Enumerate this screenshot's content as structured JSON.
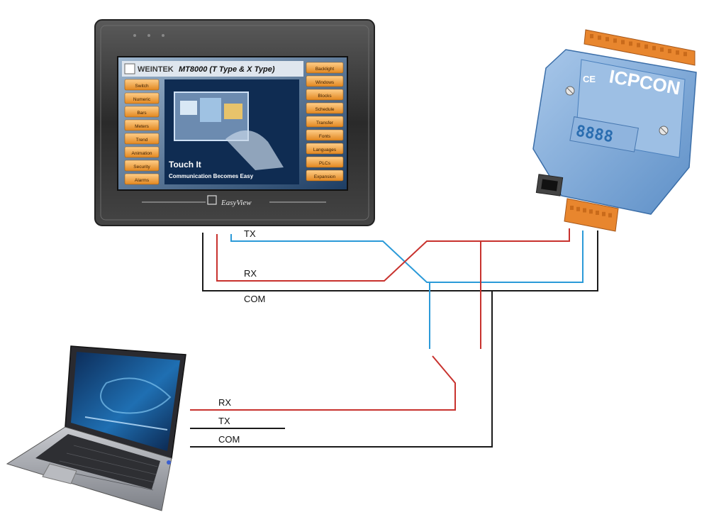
{
  "devices": {
    "hmi": {
      "logo": "WEINTEK",
      "model": "MT8000 (T Type & X Type)",
      "left_buttons": [
        "Switch",
        "Numeric",
        "Bars",
        "Meters",
        "Trend",
        "Animation",
        "Security",
        "Alarms"
      ],
      "right_buttons": [
        "Backlight",
        "Windows",
        "Blocks",
        "Schedule",
        "Transfer",
        "Fonts",
        "Languages",
        "PLCs",
        "Expansion"
      ],
      "tagline_title": "Touch It",
      "tagline_sub": "Communication Becomes Easy",
      "brand": "EasyView",
      "icon": "monitor-icon"
    },
    "converter": {
      "brand": "ICPCON",
      "ce_mark": "CE",
      "display": "8888",
      "icon": "module-icon"
    },
    "laptop": {
      "icon": "laptop-icon"
    }
  },
  "wires": {
    "hmi_labels": {
      "tx": "TX",
      "rx": "RX",
      "com": "COM"
    },
    "laptop_labels": {
      "rx": "RX",
      "tx": "TX",
      "com": "COM"
    },
    "colors": {
      "tx": "#2b9ad8",
      "rx": "#c8322e",
      "com": "#1a1a1a"
    }
  }
}
